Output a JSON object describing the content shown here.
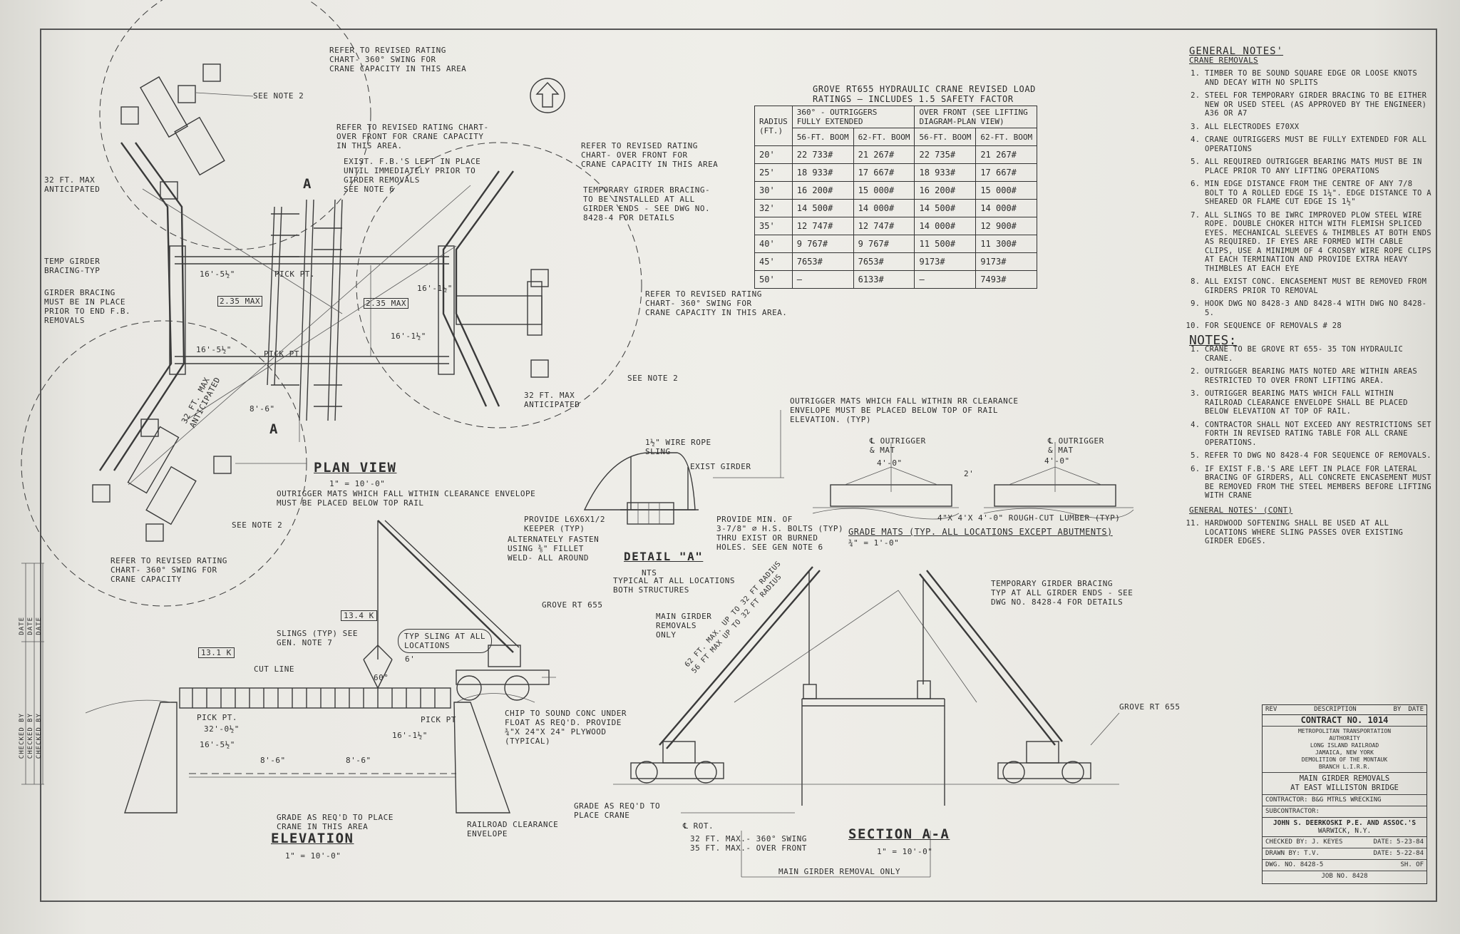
{
  "plan_view": {
    "title": "PLAN VIEW",
    "scale": "1\" = 10'-0\"",
    "notes": [
      "REFER TO REVISED RATING\nCHART- 360° SWING FOR\nCRANE CAPACITY IN THIS AREA",
      "SEE NOTE 2",
      "REFER TO REVISED RATING CHART-\nOVER FRONT FOR CRANE CAPACITY\nIN THIS AREA.",
      "EXIST. F.B.'S LEFT IN PLACE\nUNTIL IMMEDIATELY PRIOR TO\nGIRDER REMOVALS\nSEE NOTE 6",
      "REFER TO REVISED RATING\nCHART- OVER FRONT FOR\nCRANE CAPACITY IN THIS AREA",
      "TEMPORARY GIRDER BRACING-\nTO BE INSTALLED AT ALL\nGIRDER ENDS - SEE DWG NO.\n8428-4 FOR DETAILS",
      "32 FT. MAX\nANTICIPATED",
      "TEMP GIRDER\nBRACING-TYP",
      "GIRDER BRACING\nMUST BE IN PLACE\nPRIOR TO END F.B.\nREMOVALS",
      "REFER TO REVISED RATING\nCHART- 360° SWING FOR\nCRANE CAPACITY IN THIS AREA.",
      "SEE NOTE 2",
      "32 FT. MAX\nANTICIPATED",
      "OUTRIGGER MATS WHICH FALL WITHIN CLEARANCE ENVELOPE\nMUST BE PLACED BELOW TOP RAIL",
      "SEE NOTE 2",
      "REFER TO REVISED RATING\nCHART- 360° SWING FOR\nCRANE CAPACITY"
    ],
    "dims": [
      "16'-5½\"",
      "PICK PT.",
      "2.35 MAX",
      "2.35 MAX",
      "16'-1½\"",
      "16'-5½\"",
      "PICK PT.",
      "16'-1½\"",
      "8'-6\"",
      "32 FT. MAX\nANTICIPATED",
      "A",
      "A"
    ]
  },
  "load_table": {
    "title": "GROVE RT655 HYDRAULIC CRANE REVISED LOAD\nRATINGS — INCLUDES 1.5 SAFETY FACTOR",
    "group_headers": [
      "360° - OUTRIGGERS\nFULLY EXTENDED",
      "OVER FRONT (SEE LIFTING\nDIAGRAM-PLAN VIEW)"
    ],
    "radius_header": "RADIUS\n(FT.)",
    "sub_headers": [
      "56-FT. BOOM",
      "62-FT. BOOM",
      "56-FT. BOOM",
      "62-FT. BOOM"
    ],
    "rows": [
      [
        "20'",
        "22 733#",
        "21 267#",
        "22 735#",
        "21 267#"
      ],
      [
        "25'",
        "18 933#",
        "17 667#",
        "18 933#",
        "17 667#"
      ],
      [
        "30'",
        "16 200#",
        "15 000#",
        "16 200#",
        "15 000#"
      ],
      [
        "32'",
        "14 500#",
        "14 000#",
        "14 500#",
        "14 000#"
      ],
      [
        "35'",
        "12 747#",
        "12 747#",
        "14 000#",
        "12 900#"
      ],
      [
        "40'",
        "9 767#",
        "9 767#",
        "11 500#",
        "11 300#"
      ],
      [
        "45'",
        "7653#",
        "7653#",
        "9173#",
        "9173#"
      ],
      [
        "50'",
        "—",
        "6133#",
        "—",
        "7493#"
      ]
    ]
  },
  "outrigger_note": "OUTRIGGER MATS WHICH FALL WITHIN RR CLEARANCE\nENVELOPE MUST BE PLACED BELOW TOP OF RAIL\nELEVATION. (TYP)",
  "grade_mats": {
    "title": "GRADE MATS (TYP. ALL LOCATIONS EXCEPT ABUTMENTS)",
    "scale": "¾\" = 1'-0\"",
    "labels": [
      "℄ OUTRIGGER\n& MAT",
      "℄ OUTRIGGER\n& MAT",
      "4'-0\"",
      "4'-0\"",
      "2'",
      "4\"x 4'x 4'-0\" ROUGH-CUT LUMBER (TYP)"
    ]
  },
  "detail_a": {
    "title": "DETAIL \"A\"",
    "scale": "NTS",
    "subtitle": "TYPICAL AT ALL LOCATIONS\nBOTH STRUCTURES",
    "labels": [
      "1½\" WIRE ROPE\nSLING",
      "EXIST GIRDER",
      "PROVIDE L6x6x1/2\nKEEPER (TYP)",
      "ALTERNATELY FASTEN\nUSING ⅜\" FILLET\nWELD- ALL AROUND",
      "PROVIDE MIN. OF\n3-7/8\" ⌀ H.S. BOLTS (TYP)\nTHRU EXIST OR BURNED\nHOLES. SEE GEN NOTE 6"
    ]
  },
  "elevation": {
    "title": "ELEVATION",
    "scale": "1\" = 10'-0\"",
    "labels": [
      "SLINGS (TYP) SEE\nGEN. NOTE 7",
      "13.4 K",
      "TYP SLING AT ALL\nLOCATIONS",
      "GROVE RT 655",
      "13.1 K",
      "CUT LINE",
      "6'",
      "60°",
      "PICK PT.",
      "32'-0½\"",
      "PICK PT",
      "16'-5½\"",
      "16'-1½\"",
      "8'-6\"",
      "8'-6\"",
      "CHIP TO SOUND CONC UNDER\nFLOAT AS REQ'D. PROVIDE\n¾\"x 24\"x 24\" PLYWOOD\n(TYPICAL)",
      "GRADE AS REQ'D TO PLACE\nCRANE IN THIS AREA",
      "RAILROAD CLEARANCE\nENVELOPE"
    ]
  },
  "section_aa": {
    "title": "SECTION A-A",
    "scale": "1\" = 10'-0\"",
    "labels": [
      "MAIN GIRDER\nREMOVALS\nONLY",
      "62 FT. MAX. UP TO 32 FT RADIUS\n56 FT MAX UP TO 32 FT RADIUS",
      "TEMPORARY GIRDER BRACING\nTYP AT ALL GIRDER ENDS - SEE\nDWG NO. 8428-4 FOR DETAILS",
      "GROVE RT 655",
      "GRADE AS REQ'D TO\nPLACE CRANE",
      "℄ ROT.",
      "32 FT. MAX.- 360° SWING\n35 FT. MAX.- OVER FRONT",
      "MAIN GIRDER REMOVAL ONLY"
    ]
  },
  "general_notes": {
    "title": "GENERAL NOTES'",
    "subtitle": "CRANE REMOVALS",
    "items": [
      "TIMBER TO BE SOUND SQUARE EDGE OR LOOSE KNOTS AND DECAY WITH NO SPLITS",
      "STEEL FOR TEMPORARY GIRDER BRACING TO BE EITHER NEW OR USED STEEL (AS APPROVED BY THE ENGINEER) A36 OR A7",
      "ALL ELECTRODES E70XX",
      "CRANE OUTRIGGERS MUST BE FULLY EXTENDED FOR ALL OPERATIONS",
      "ALL REQUIRED OUTRIGGER BEARING MATS MUST BE IN PLACE PRIOR TO ANY LIFTING OPERATIONS",
      "MIN EDGE DISTANCE FROM THE CENTRE OF ANY 7/8 BOLT TO A ROLLED EDGE IS 1¼\". EDGE DISTANCE TO A SHEARED OR FLAME CUT EDGE IS 1½\"",
      "ALL SLINGS TO BE IWRC IMPROVED PLOW STEEL WIRE ROPE. DOUBLE CHOKER HITCH WITH FLEMISH SPLICED EYES. MECHANICAL SLEEVES & THIMBLES AT BOTH ENDS AS REQUIRED. IF EYES ARE FORMED WITH CABLE CLIPS, USE A MINIMUM OF 4 CROSBY WIRE ROPE CLIPS AT EACH TERMINATION AND PROVIDE EXTRA HEAVY THIMBLES AT EACH EYE",
      "ALL EXIST CONC. ENCASEMENT MUST BE REMOVED FROM GIRDERS PRIOR TO REMOVAL",
      "HOOK DWG NO 8428-3 AND 8428-4 WITH DWG NO 8428-5.",
      "FOR SEQUENCE OF REMOVALS # 28"
    ],
    "notes_title": "NOTES:",
    "notes": [
      "CRANE TO BE GROVE RT 655- 35 TON HYDRAULIC CRANE.",
      "OUTRIGGER BEARING MATS NOTED ARE WITHIN AREAS RESTRICTED TO OVER FRONT LIFTING AREA.",
      "OUTRIGGER BEARING MATS WHICH FALL WITHIN RAILROAD CLEARANCE ENVELOPE SHALL BE PLACED BELOW ELEVATION AT TOP OF RAIL.",
      "CONTRACTOR SHALL NOT EXCEED ANY RESTRICTIONS SET FORTH IN REVISED RATING TABLE FOR ALL CRANE OPERATIONS.",
      "REFER TO DWG NO 8428-4 FOR SEQUENCE OF REMOVALS.",
      "IF EXIST F.B.'S ARE LEFT IN PLACE FOR LATERAL BRACING OF GIRDERS, ALL CONCRETE ENCASEMENT MUST BE REMOVED FROM THE STEEL MEMBERS BEFORE LIFTING WITH CRANE"
    ],
    "cont_title": "GENERAL NOTES' (CONT)",
    "cont": [
      "HARDWOOD SOFTENING SHALL BE USED AT ALL LOCATIONS WHERE SLING PASSES OVER EXISTING GIRDER EDGES."
    ]
  },
  "title_block": {
    "rev_headers": [
      "REV",
      "DESCRIPTION",
      "BY",
      "DATE"
    ],
    "contract": "CONTRACT NO. 1014",
    "agency": "METROPOLITAN TRANSPORTATION\nAUTHORITY\nLONG ISLAND RAILROAD\nJAMAICA, NEW YORK\nDEMOLITION OF THE MONTAUK\nBRANCH L.I.R.R.",
    "drawing_title": "MAIN GIRDER REMOVALS\nAT EAST WILLISTON BRIDGE",
    "contractor": "CONTRACTOR: B&G MTRLS WRECKING",
    "subcontractor": "SUBCONTRACTOR:",
    "firm": "JOHN S. DEERKOSKI P.E. AND ASSOC.'S",
    "firm_city": "WARWICK, N.Y.",
    "checked": "CHECKED BY: J. Keyes",
    "checked_date": "DATE: 5-23-84",
    "drawn": "DRAWN BY: T.V.",
    "drawn_date": "DATE: 5-22-84",
    "dwg_no": "DWG. NO. 8428-5",
    "sh": "SH. OF",
    "job_no": "JOB NO. 8428"
  },
  "margin": {
    "dates": [
      "DATE",
      "DATE",
      "DATE"
    ],
    "checks": [
      "CHECKED BY",
      "CHECKED BY",
      "CHECKED BY"
    ]
  }
}
